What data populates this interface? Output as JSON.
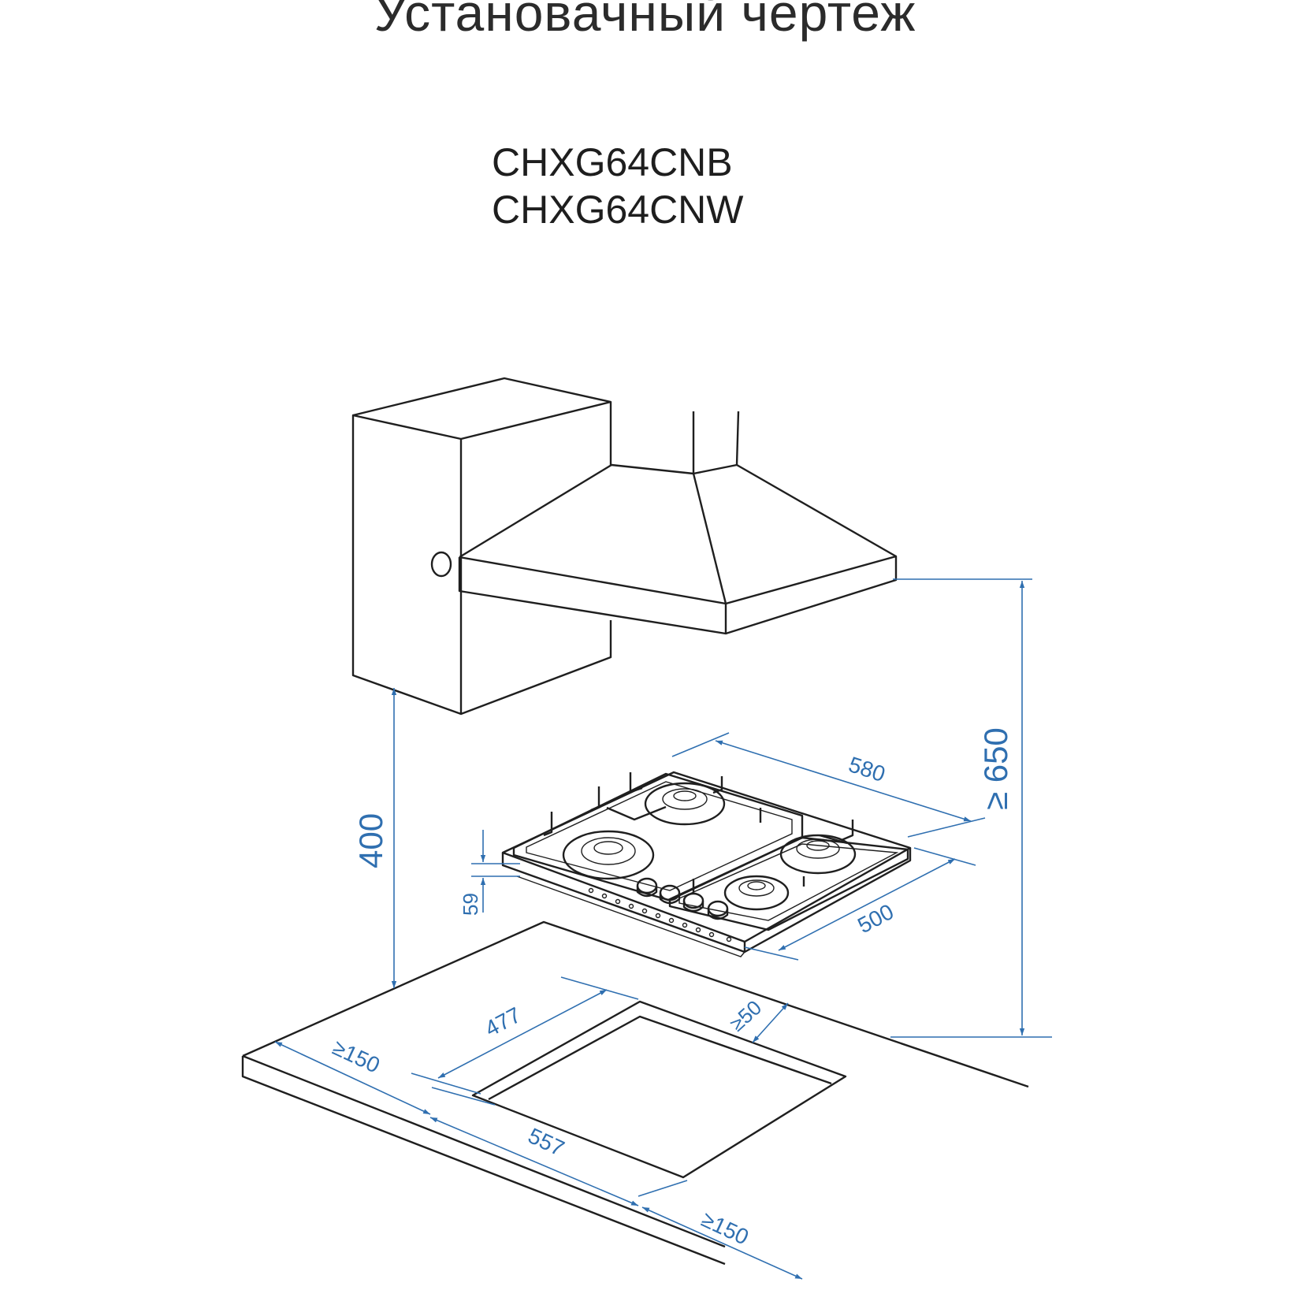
{
  "title": "Установачный чертеж",
  "models": [
    "CHXG64CNB",
    "CHXG64CNW"
  ],
  "dimensions": {
    "hood_height": "≥ 650",
    "cabinet_clearance": "400",
    "hob_width": "580",
    "hob_depth": "500",
    "hob_height": "59",
    "cutout_depth": "477",
    "cutout_width": "557",
    "back_clearance": "≥50",
    "left_clearance": "≥150",
    "right_clearance": "≥150"
  },
  "colors": {
    "line": "#1f1f1f",
    "dimension": "#2f6fb0"
  }
}
